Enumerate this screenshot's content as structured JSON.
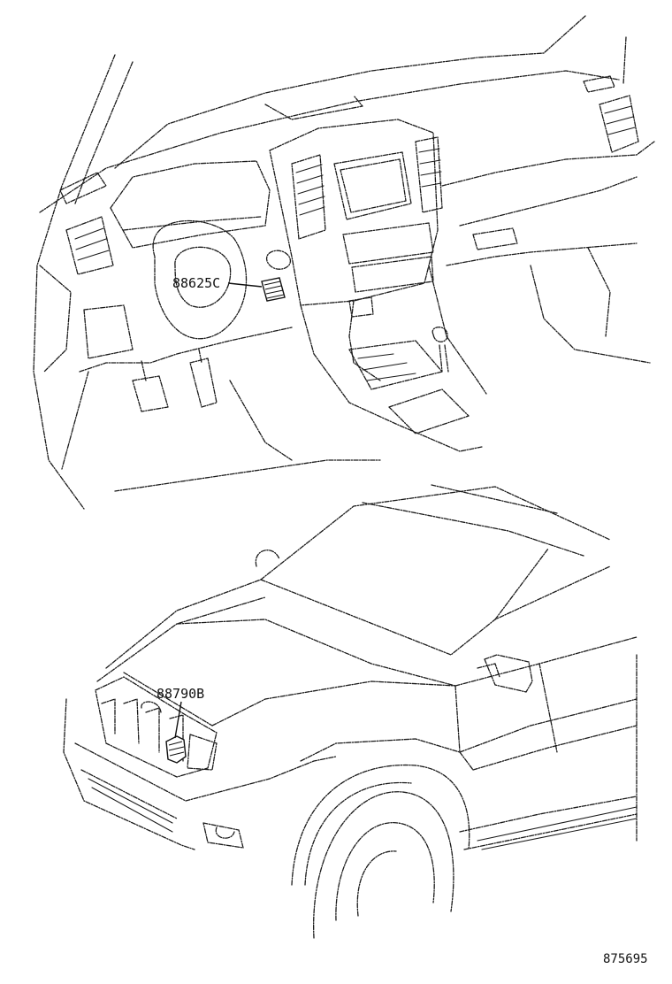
{
  "callouts": {
    "interior_part": "88625C",
    "exterior_part": "88790B"
  },
  "catalog_number": "875695",
  "colors": {
    "line": "#1a1a1a",
    "background": "#ffffff"
  }
}
